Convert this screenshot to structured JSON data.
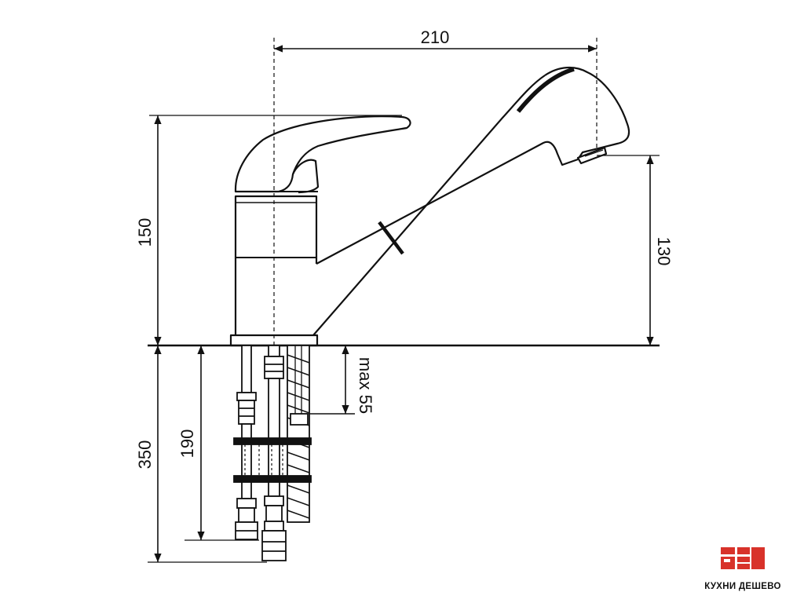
{
  "dimensions": {
    "spout_reach": "210",
    "total_height": "150",
    "spout_height": "130",
    "max_thickness": "max 55",
    "hose_length": "190",
    "supply_length": "350"
  },
  "logo": {
    "caption": "КУХНИ ДЕШЕВО",
    "brand_red": "#d8322a"
  },
  "colors": {
    "line": "#111111",
    "background": "#ffffff"
  }
}
